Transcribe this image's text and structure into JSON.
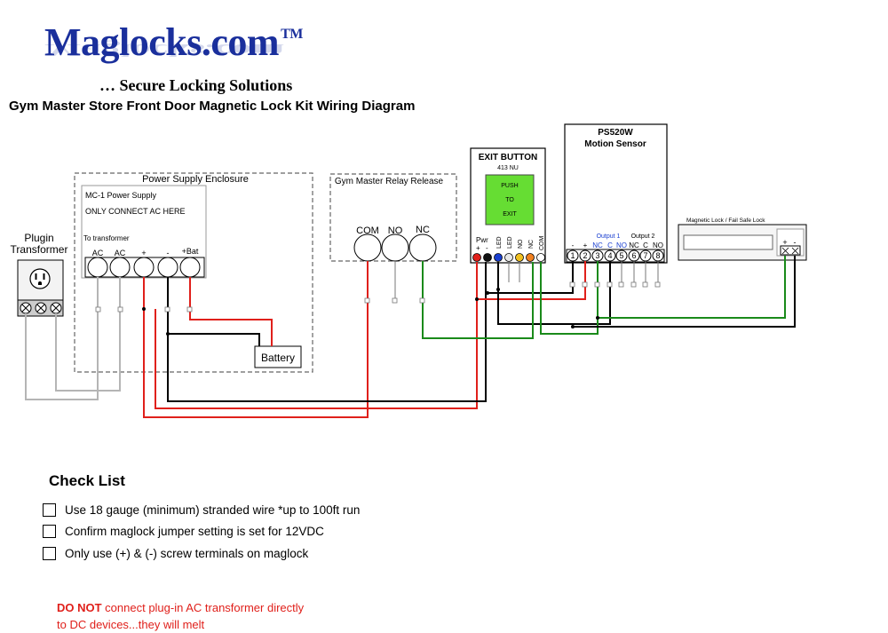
{
  "logo": {
    "brand": "Maglocks.com",
    "trademark": "TM",
    "tagline": "… Secure Locking Solutions",
    "color": "#1a2f9c"
  },
  "title": "Gym Master Store Front Door Magnetic Lock Kit Wiring Diagram",
  "plugin_transformer": {
    "label_line1": "Plugin",
    "label_line2": "Transformer"
  },
  "power_supply": {
    "enclosure_label": "Power Supply Enclosure",
    "model": "MC-1 Power Supply",
    "note": "ONLY CONNECT AC HERE",
    "to_transformer": "To transformer",
    "terminals": [
      "AC",
      "AC",
      "+",
      "-",
      "+Bat"
    ],
    "battery": "Battery"
  },
  "relay": {
    "label": "Gym Master Relay Release",
    "terminals": [
      "COM",
      "NO",
      "NC"
    ]
  },
  "exit_button": {
    "title": "EXIT BUTTON",
    "model": "413 NU",
    "face_lines": [
      "PUSH",
      "TO",
      "EXIT"
    ],
    "pwr_label": "Pwr",
    "pwr_signs": [
      "+",
      "-"
    ],
    "terminals": [
      "LED",
      "LED",
      "NO",
      "NC",
      "COM"
    ],
    "face_color": "#66dd33"
  },
  "motion_sensor": {
    "model": "PS520W",
    "name": "Motion Sensor",
    "output1": "Output 1",
    "output2": "Output 2",
    "terminal_labels": [
      "-",
      "+",
      "NC",
      "C",
      "NO",
      "NC",
      "C",
      "NO"
    ],
    "terminal_numbers": [
      "1",
      "2",
      "3",
      "4",
      "5",
      "6",
      "7",
      "8"
    ]
  },
  "maglock": {
    "label": "Magnetic Lock / Fail Safe Lock",
    "signs": [
      "+",
      "-"
    ]
  },
  "wire_colors": {
    "red": "#e0201b",
    "black": "#000000",
    "green": "#1a8a1a",
    "gray": "#b5b5b5"
  },
  "checklist": {
    "title": "Check List",
    "items": [
      "Use 18 gauge (minimum) stranded wire *up to 100ft run",
      "Confirm maglock jumper setting is set for 12VDC",
      "Only use (+) & (-) screw terminals on maglock"
    ]
  },
  "warning": {
    "bold": "DO NOT",
    "line1_rest": " connect plug-in AC transformer directly",
    "line2": "to DC devices...they will melt"
  }
}
